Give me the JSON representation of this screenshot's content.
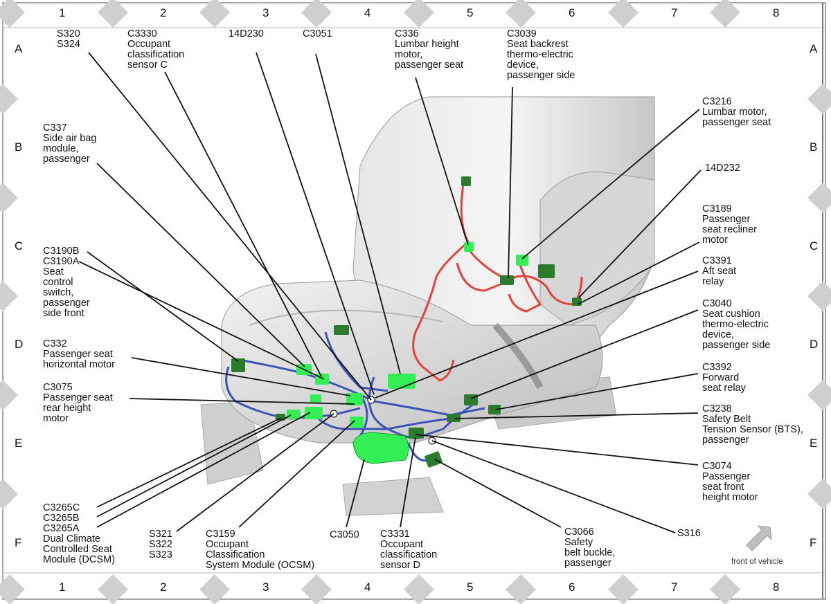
{
  "grid": {
    "columns": [
      "1",
      "2",
      "3",
      "4",
      "5",
      "6",
      "7",
      "8"
    ],
    "rows": [
      "A",
      "B",
      "C",
      "D",
      "E",
      "F"
    ]
  },
  "labels": [
    {
      "id": "s320-s324",
      "text": "S320\nS324"
    },
    {
      "id": "c3330",
      "text": "C3330\nOccupant\nclassification\nsensor C"
    },
    {
      "id": "14d230",
      "text": "14D230"
    },
    {
      "id": "c3051",
      "text": "C3051"
    },
    {
      "id": "c336",
      "text": "C336\nLumbar height\nmotor,\npassenger seat"
    },
    {
      "id": "c3039",
      "text": "C3039\nSeat backrest\nthermo-electric\ndevice,\npassenger side"
    },
    {
      "id": "c3216",
      "text": "C3216\nLumbar motor,\npassenger seat"
    },
    {
      "id": "c337",
      "text": "C337\nSide air bag\nmodule,\npassenger"
    },
    {
      "id": "14d232",
      "text": "14D232"
    },
    {
      "id": "c3189",
      "text": "C3189\nPassenger\nseat recliner\nmotor"
    },
    {
      "id": "c3190",
      "text": "C3190B\nC3190A\nSeat\ncontrol\nswitch,\npassenger\nside front"
    },
    {
      "id": "c3391",
      "text": "C3391\nAft seat\nrelay"
    },
    {
      "id": "c3040",
      "text": "C3040\nSeat cushion\nthermo-electric\ndevice,\npassenger side"
    },
    {
      "id": "c332",
      "text": "C332\nPassenger seat\nhorizontal motor"
    },
    {
      "id": "c3392",
      "text": "C3392\nForward\nseat relay"
    },
    {
      "id": "c3075",
      "text": "C3075\nPassenger seat\nrear height\nmotor"
    },
    {
      "id": "c3238",
      "text": "C3238\nSafety Belt\nTension Sensor (BTS),\npassenger"
    },
    {
      "id": "c3074",
      "text": "C3074\nPassenger\nseat front\nheight motor"
    },
    {
      "id": "c3265",
      "text": "C3265C\nC3265B\nC3265A\nDual Climate\nControlled Seat\nModule (DCSM)"
    },
    {
      "id": "s321",
      "text": "S321\nS322\nS323"
    },
    {
      "id": "c3159",
      "text": "C3159\nOccupant\nClassification\nSystem Module (OCSM)"
    },
    {
      "id": "c3050",
      "text": "C3050"
    },
    {
      "id": "c3331",
      "text": "C3331\nOccupant\nclassification\nsensor D"
    },
    {
      "id": "c3066",
      "text": "C3066\nSafety\nbelt buckle,\npassenger"
    },
    {
      "id": "s316",
      "text": "S316"
    }
  ],
  "front_of_vehicle": "front of vehicle",
  "colors": {
    "harness_red": "#e8403a",
    "harness_blue": "#3b52b8",
    "connector_light": "#33ee55",
    "connector_dark": "#2c7a2c",
    "seat_gray": "#dcdcdc",
    "grid_diamond": "#cfcfcf"
  }
}
